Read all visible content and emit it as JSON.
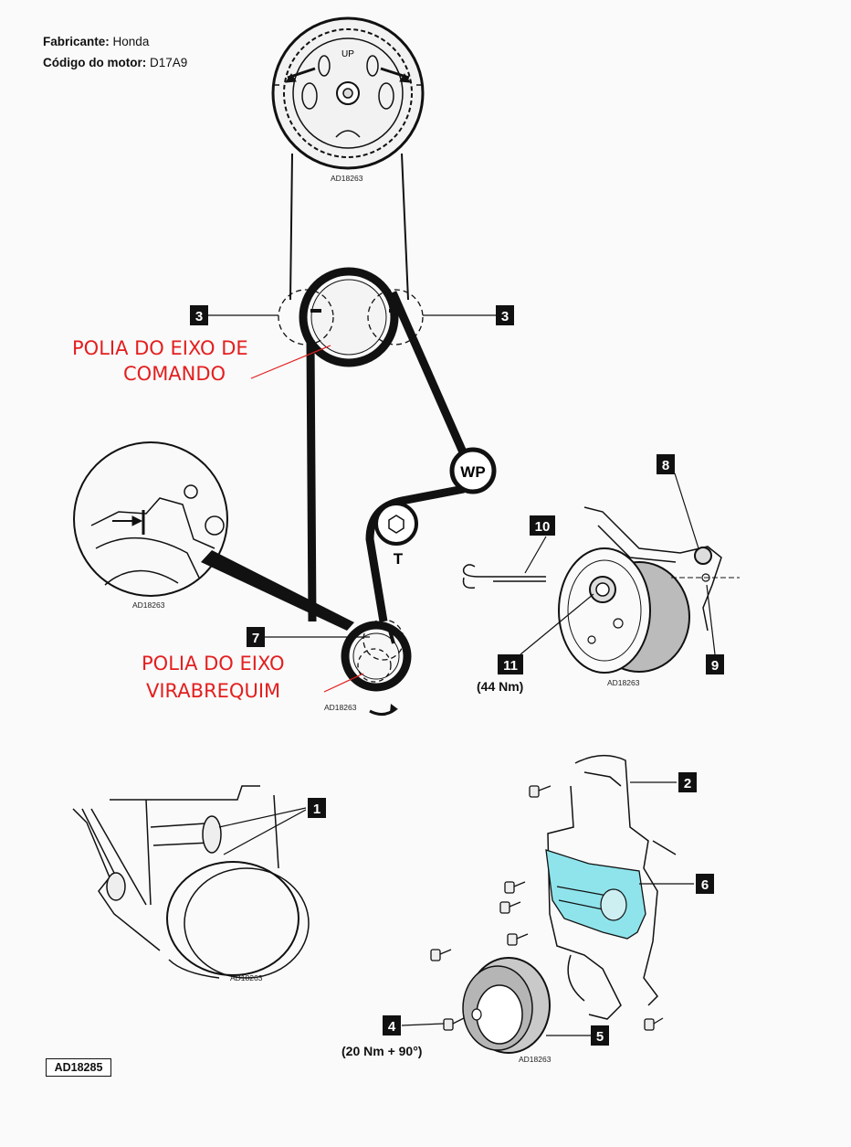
{
  "header": {
    "manufacturer_label": "Fabricante:",
    "manufacturer_value": "Honda",
    "engine_label": "Código do motor:",
    "engine_value": "D17A9"
  },
  "labels": {
    "camshaft_pulley_line1": "POLIA DO EIXO DE",
    "camshaft_pulley_line2": "COMANDO",
    "crankshaft_pulley_line1": "POLIA  DO  EIXO",
    "crankshaft_pulley_line2": "VIRABREQUIM",
    "water_pump": "WP",
    "tensioner": "T",
    "cam_mark": "UP"
  },
  "figure_codes": {
    "cam_gear": "AD18263",
    "crank_detail": "AD18263",
    "belt_layout": "AD18263",
    "tensioner": "AD18263",
    "engine_block": "AD18263",
    "cover_assembly": "AD18263",
    "document": "AD18285"
  },
  "callouts": {
    "c1": "1",
    "c2": "2",
    "c3a": "3",
    "c3b": "3",
    "c4": "4",
    "c5": "5",
    "c6": "6",
    "c7": "7",
    "c8": "8",
    "c9": "9",
    "c10": "10",
    "c11": "11"
  },
  "torques": {
    "tensioner_bolt": "(44 Nm)",
    "crank_bolt": "(20 Nm + 90°)"
  },
  "colors": {
    "label_red": "#e41e1e",
    "highlight_cyan": "#8fe4ec",
    "callout_bg": "#111111"
  }
}
